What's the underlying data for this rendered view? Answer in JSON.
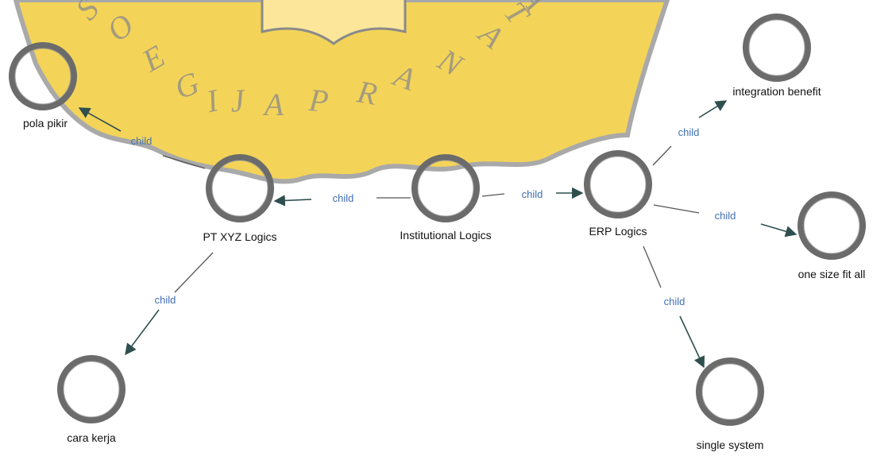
{
  "colors": {
    "node_ring": "#6b6b6b",
    "node_ring_highlight": "#9a9a9a",
    "edge_line": "#555555",
    "arrow": "#2f4f4f",
    "edge_label": "#3f6fb5",
    "watermark": "#f3d046",
    "watermark_outline": "#9a9a9a",
    "watermark_letters": "#8a8a8a"
  },
  "watermark": {
    "description_icon": "university-seal-book-icon",
    "text": "SOEGIJAPRANATA"
  },
  "nodes": [
    {
      "id": "institutional",
      "label": "Institutional Logics"
    },
    {
      "id": "ptxyz",
      "label": "PT XYZ Logics"
    },
    {
      "id": "erp",
      "label": "ERP Logics"
    },
    {
      "id": "pola",
      "label": "pola pikir"
    },
    {
      "id": "cara",
      "label": "cara kerja"
    },
    {
      "id": "integration",
      "label": "integration benefit"
    },
    {
      "id": "onesize",
      "label": "one size fit all"
    },
    {
      "id": "single",
      "label": "single system"
    }
  ],
  "edges": [
    {
      "from": "institutional",
      "to": "ptxyz",
      "label": "child"
    },
    {
      "from": "institutional",
      "to": "erp",
      "label": "child"
    },
    {
      "from": "ptxyz",
      "to": "pola",
      "label": "child"
    },
    {
      "from": "ptxyz",
      "to": "cara",
      "label": "child"
    },
    {
      "from": "erp",
      "to": "integration",
      "label": "child"
    },
    {
      "from": "erp",
      "to": "onesize",
      "label": "child"
    },
    {
      "from": "erp",
      "to": "single",
      "label": "child"
    }
  ]
}
